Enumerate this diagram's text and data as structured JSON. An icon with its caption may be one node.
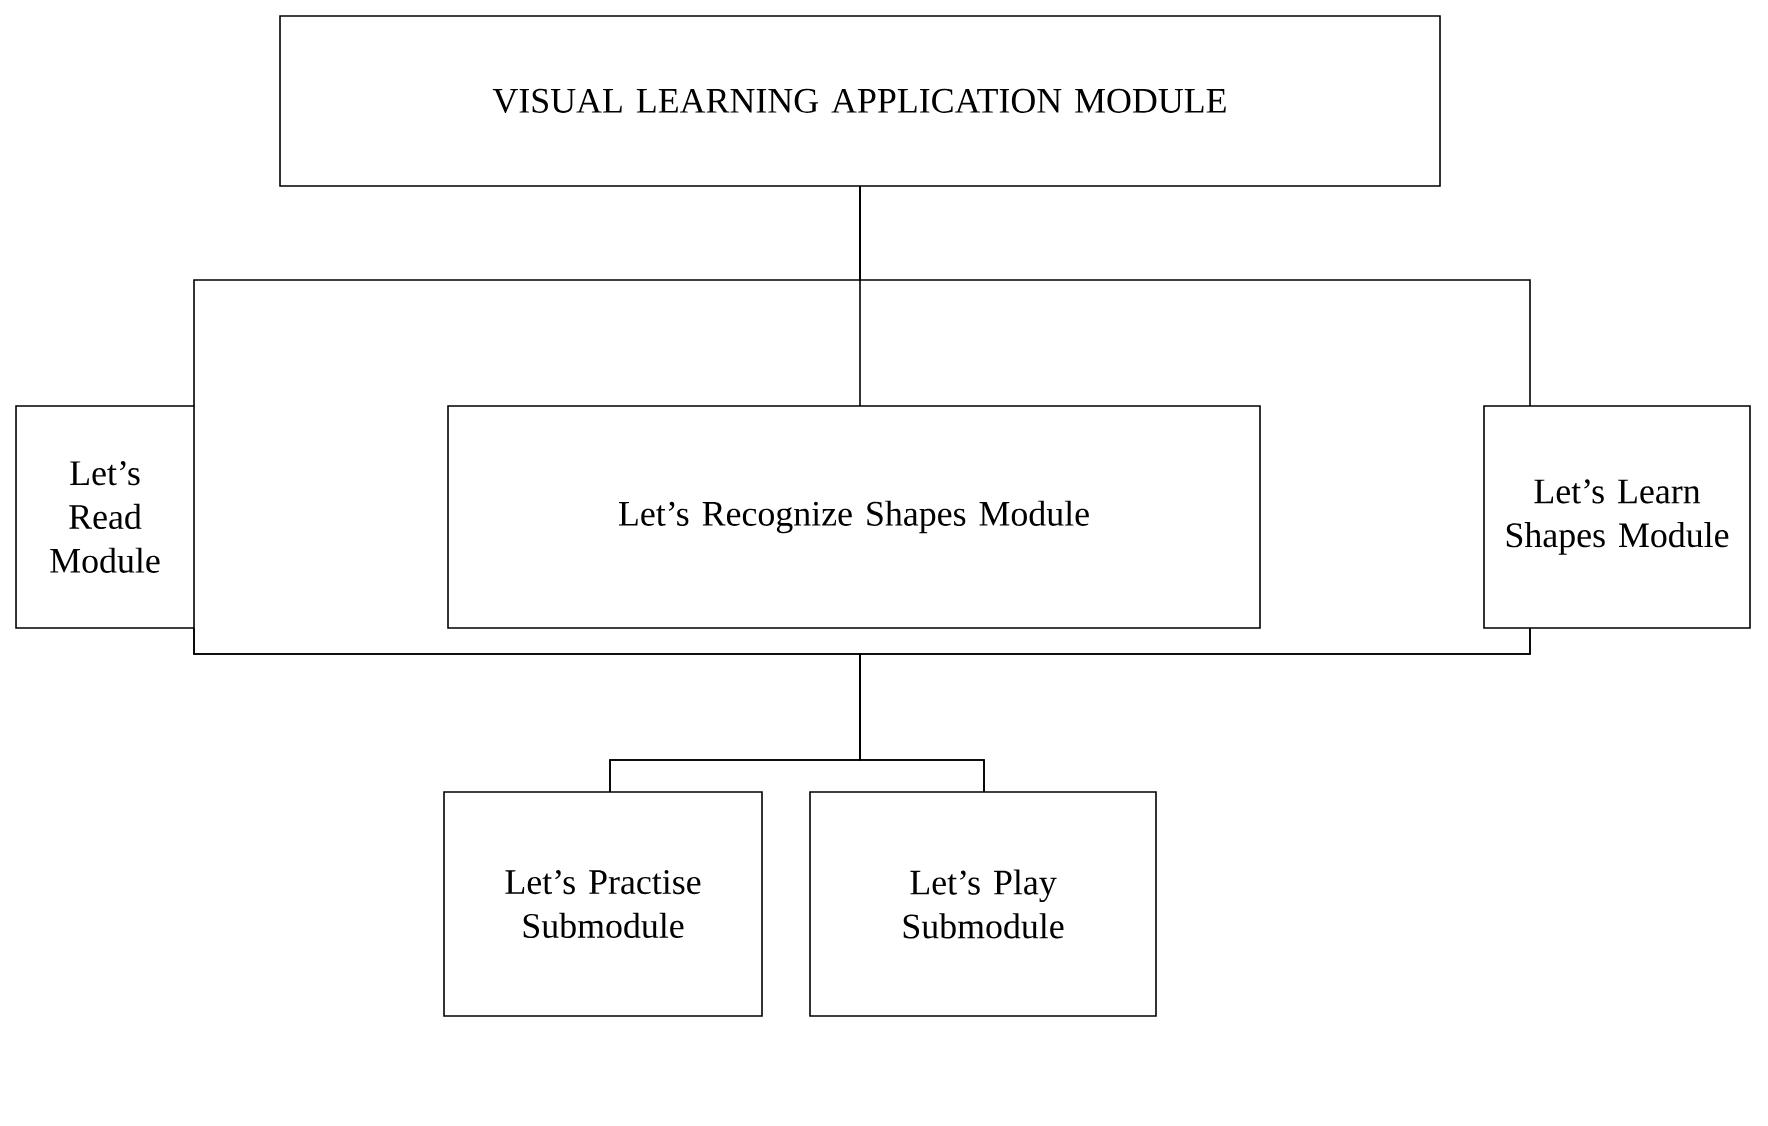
{
  "diagram": {
    "nodes": [
      {
        "text": [
          "VISUAL LEARNING APPLICATION MODULE"
        ]
      },
      {
        "text": [
          "Let’s Read Module"
        ]
      },
      {
        "text": [
          "Let’s Recognize Shapes Module"
        ]
      },
      {
        "text": [
          "Let’s Learn Shapes Module"
        ]
      },
      {
        "text": [
          "Let’s Practise Submodule"
        ]
      },
      {
        "text": [
          "Let’s Play Submodule"
        ]
      }
    ],
    "edges": [
      {
        "from": 0,
        "to": 1,
        "arrow": "none"
      },
      {
        "from": 0,
        "to": 2,
        "arrow": "none"
      },
      {
        "from": 0,
        "to": 3,
        "arrow": "none"
      },
      {
        "from": 1,
        "to": 4,
        "arrow": "none"
      },
      {
        "from": 1,
        "to": 5,
        "arrow": "none"
      },
      {
        "from": 3,
        "to": 4,
        "arrow": "none"
      },
      {
        "from": 3,
        "to": 5,
        "arrow": "none"
      }
    ]
  }
}
